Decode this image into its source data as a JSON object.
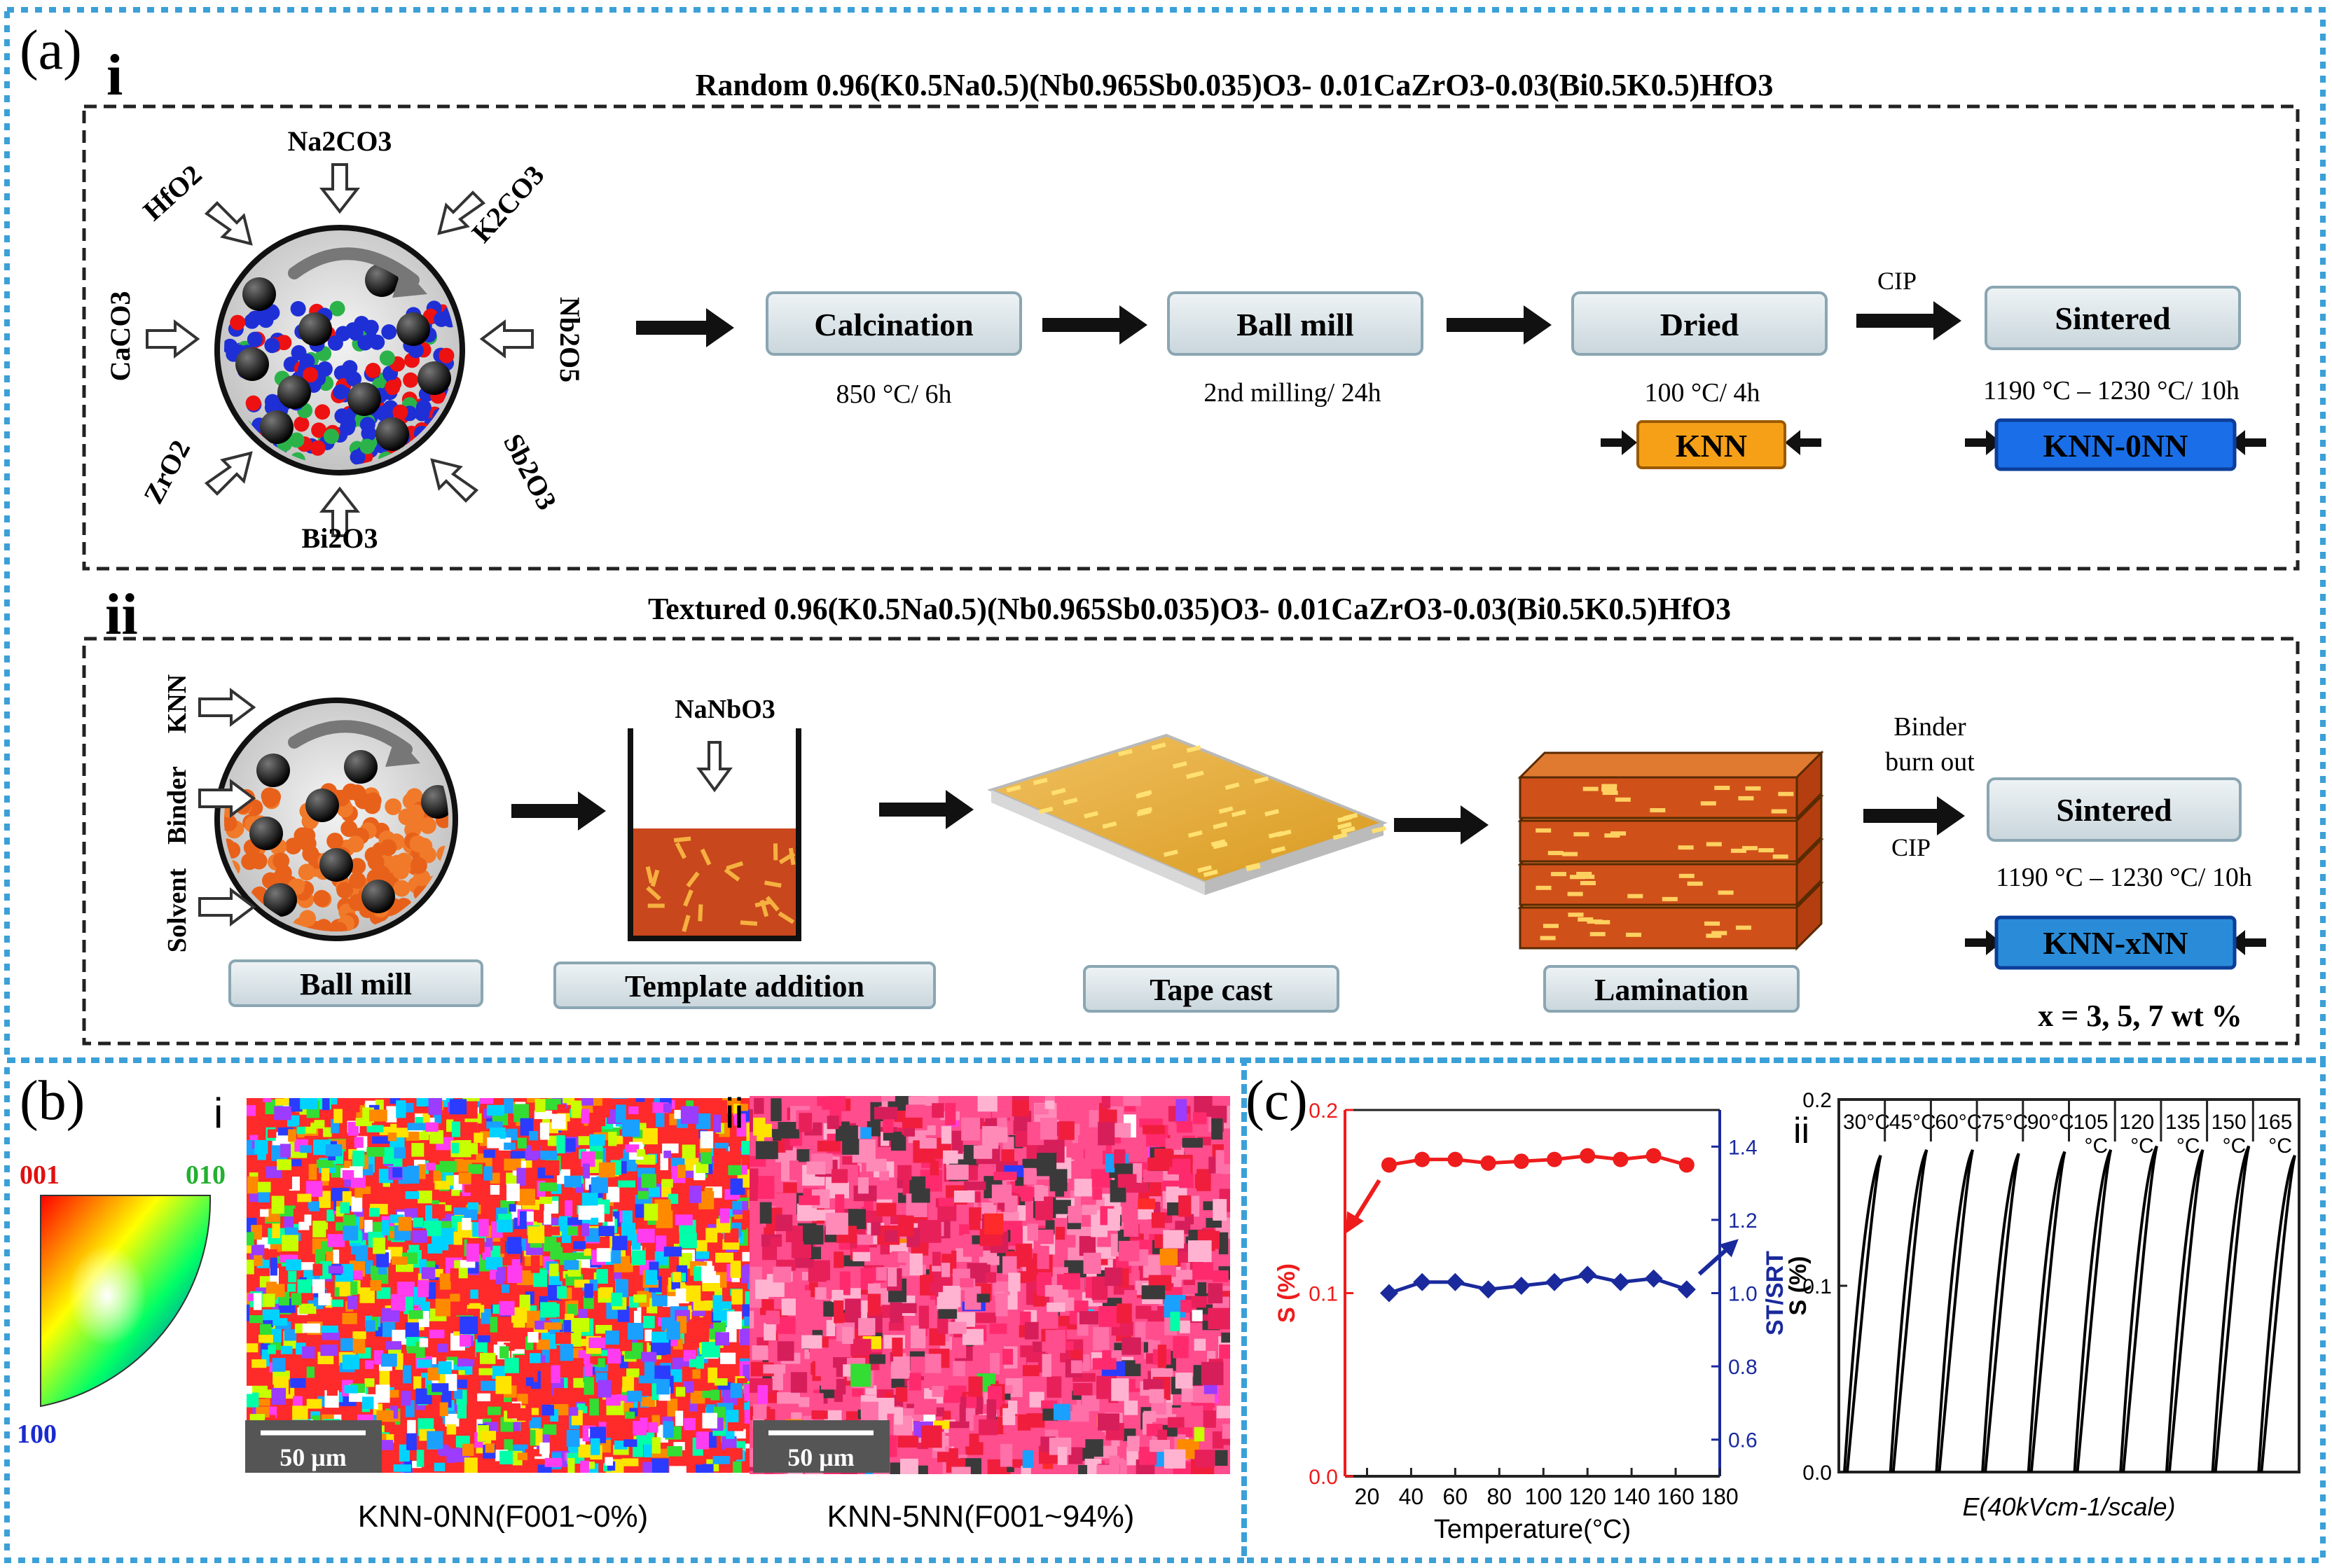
{
  "figure": {
    "panel_a": {
      "label": "(a)",
      "sub_i": {
        "roman": "i",
        "title": "Random 0.96(K0.5Na0.5)(Nb0.965Sb0.035)O3- 0.01CaZrO3-0.03(Bi0.5K0.5)HfO3",
        "reagents": {
          "na2co3": "Na2CO3",
          "k2co3": "K2CO3",
          "hfo2": "HfO2",
          "caco3": "CaCO3",
          "nb2o5": "Nb2O5",
          "zro2": "ZrO2",
          "sb2o3": "Sb2O3",
          "bi2o3": "Bi2O3"
        },
        "steps": {
          "calcination": "Calcination",
          "calcination_cond": "850 °C/ 6h",
          "ballmill": "Ball mill",
          "ballmill_cond": "2nd milling/ 24h",
          "dried": "Dried",
          "dried_cond": "100 °C/ 4h",
          "cip": "CIP",
          "sintered": "Sintered",
          "sintered_cond": "1190 °C – 1230 °C/ 10h"
        },
        "products": {
          "knn": "KNN",
          "knn0nn": "KNN-0NN"
        }
      },
      "sub_ii": {
        "roman": "ii",
        "title": "Textured 0.96(K0.5Na0.5)(Nb0.965Sb0.035)O3- 0.01CaZrO3-0.03(Bi0.5K0.5)HfO3",
        "inputs": {
          "knn": "KNN",
          "binder": "Binder",
          "solvent": "Solvent",
          "nanbo3": "NaNbO3"
        },
        "steps": {
          "ballmill": "Ball mill",
          "template": "Template addition",
          "tape": "Tape cast",
          "lamination": "Lamination",
          "binder_burn": "Binder burn out",
          "cip": "CIP",
          "sintered": "Sintered",
          "sintered_cond": "1190 °C – 1230 °C/ 10h"
        },
        "product": "KNN-xNN",
        "x_values": "x = 3, 5, 7 wt %"
      }
    },
    "panel_b": {
      "label": "(b)",
      "legend": {
        "c001": "001",
        "c010": "010",
        "c100": "100"
      },
      "map_i": {
        "roman": "i",
        "scale": "50 μm",
        "caption": "KNN-0NN(F001~0%)"
      },
      "map_ii": {
        "roman": "ii",
        "scale": "50 μm",
        "caption": "KNN-5NN(F001~94%)"
      },
      "colors": {
        "random_palette": [
          "#ff2a2a",
          "#ffe400",
          "#00d2ff",
          "#2a3cff",
          "#ff3cf0",
          "#33dd33",
          "#ff8a00",
          "#9b3cff",
          "#00ffa8",
          "#ffffff",
          "#1aa0ff",
          "#c8ff00"
        ],
        "textured_palette": [
          "#ff2a6e",
          "#ff4d8d",
          "#e8205a",
          "#ff6fa8",
          "#f01e3c",
          "#ff8ab8",
          "#d61e5a",
          "#ffb3d0"
        ],
        "dark_grain": "#3a3a3a"
      }
    },
    "panel_c": {
      "label": "(c)"
    }
  },
  "chart_data": [
    {
      "type": "line",
      "roman": "i",
      "xlabel": "Temperature(°C)",
      "ylabel": "S (%)",
      "y2label": "ST/SRT",
      "xlim": [
        10,
        180
      ],
      "ylim": [
        0.0,
        0.2
      ],
      "y2lim": [
        0.5,
        1.5
      ],
      "xticks": [
        20,
        40,
        60,
        80,
        100,
        120,
        140,
        160,
        180
      ],
      "yticks": [
        0.0,
        0.1,
        0.2
      ],
      "yticklabels": [
        "0.0",
        "0.1",
        "0.2"
      ],
      "y2ticks": [
        0.6,
        0.8,
        1.0,
        1.2,
        1.4
      ],
      "y2ticklabels": [
        "0.6",
        "0.8",
        "1.0",
        "1.2",
        "1.4"
      ],
      "x": [
        30,
        45,
        60,
        75,
        90,
        105,
        120,
        135,
        150,
        165
      ],
      "series": [
        {
          "axis": "left",
          "color": "#ee1c1c",
          "marker": "circle",
          "values": [
            0.17,
            0.173,
            0.173,
            0.171,
            0.172,
            0.173,
            0.175,
            0.173,
            0.175,
            0.17
          ]
        },
        {
          "axis": "right",
          "color": "#1a2a9c",
          "marker": "diamond",
          "values": [
            1.0,
            1.03,
            1.03,
            1.01,
            1.02,
            1.03,
            1.05,
            1.03,
            1.04,
            1.01
          ]
        }
      ],
      "grid": false
    },
    {
      "type": "line",
      "roman": "ii",
      "xlabel": "E(40kVcm-1/scale)",
      "ylabel": "S (%)",
      "ylim": [
        0.0,
        0.2
      ],
      "yticks": [
        0.0,
        0.1,
        0.2
      ],
      "yticklabels": [
        "0.0",
        "0.1",
        "0.2"
      ],
      "panel_labels": [
        "30°C",
        "45°C",
        "60°C",
        "75°C",
        "90°C",
        "105 °C",
        "120 °C",
        "135 °C",
        "150 °C",
        "165 °C"
      ],
      "peak_strain": [
        0.17,
        0.173,
        0.173,
        0.171,
        0.172,
        0.173,
        0.175,
        0.173,
        0.175,
        0.17
      ],
      "grid": false
    }
  ]
}
